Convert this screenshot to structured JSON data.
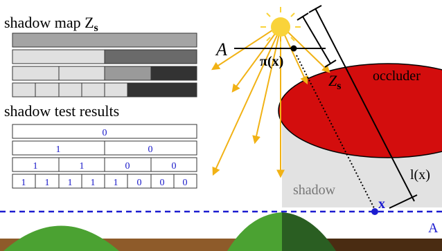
{
  "labels": {
    "shadow_map": "shadow map Z",
    "shadow_map_sub": "s",
    "shadow_test_results": "shadow test results",
    "plane_A_italic": "A",
    "pi_x": "π(x)",
    "z_s": "Z",
    "z_s_sub": "s",
    "occluder": "occluder",
    "shadow": "shadow",
    "l_x": "l(x)",
    "x": "x",
    "A": "A"
  },
  "shadow_test": {
    "row1": [
      "0"
    ],
    "row2": [
      "1",
      "0"
    ],
    "row3": [
      "1",
      "1",
      "0",
      "0"
    ],
    "row4": [
      "1",
      "1",
      "1",
      "1",
      "1",
      "0",
      "0",
      "0"
    ]
  },
  "colors": {
    "sun": "#f9d33a",
    "rays": "#f1b215",
    "occluder": "#d30d0d",
    "shadow_region": "#e2e2e2",
    "dashed_line": "#1c1cd0",
    "grass_light": "#4ba232",
    "grass_dark": "#2a5e22",
    "soil_light": "#8e5b2a",
    "soil_dark": "#4a2c12",
    "depth_light": "#e0e0e0",
    "depth_mid": "#9a9a9a",
    "depth_dark": "#6a6a6a",
    "depth_darkest": "#333333",
    "result_text": "#1515c8"
  }
}
